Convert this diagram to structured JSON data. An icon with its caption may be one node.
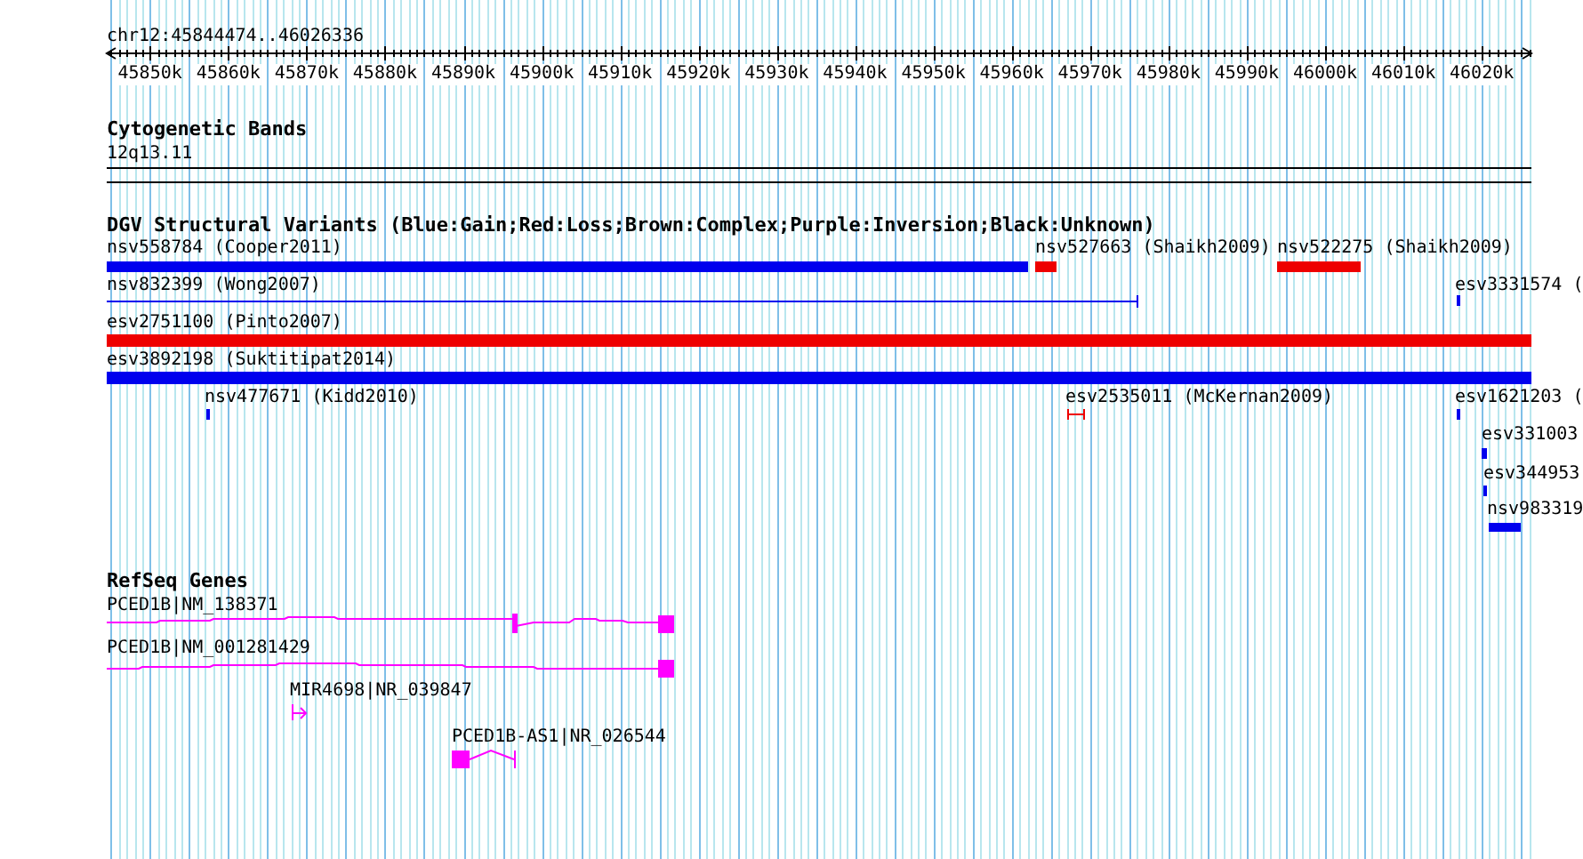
{
  "diagram": {
    "labels": [
      "chr12:45844474..46026336",
      "45850k",
      "45860k",
      "45870k",
      "45880k",
      "45890k",
      "45900k",
      "45910k",
      "45920k",
      "45930k",
      "45940k",
      "45950k",
      "45960k",
      "45970k",
      "45980k",
      "45990k",
      "46000k",
      "46010k",
      "46020k",
      "Cytogenetic Bands",
      "12q13.11",
      "DGV Structural Variants (Blue:Gain;Red:Loss;Brown:Complex;Purple:Inversion;Black:Unknown)",
      "nsv558784 (Cooper2011)",
      "nsv527663 (Shaikh2009)",
      "nsv522275 (Shaikh2009)",
      "nsv832399 (Wong2007)",
      "esv3331574 (",
      "esv2751100 (Pinto2007)",
      "esv3892198 (Suktitipat2014)",
      "nsv477671 (Kidd2010)",
      "esv2535011 (McKernan2009)",
      "esv1621203 (",
      "esv331003",
      "esv344953",
      "nsv983319",
      "RefSeq Genes",
      "PCED1B|NM_138371",
      "PCED1B|NM_001281429",
      "MIR4698|NR_039847",
      "PCED1B-AS1|NR_026544"
    ]
  }
}
